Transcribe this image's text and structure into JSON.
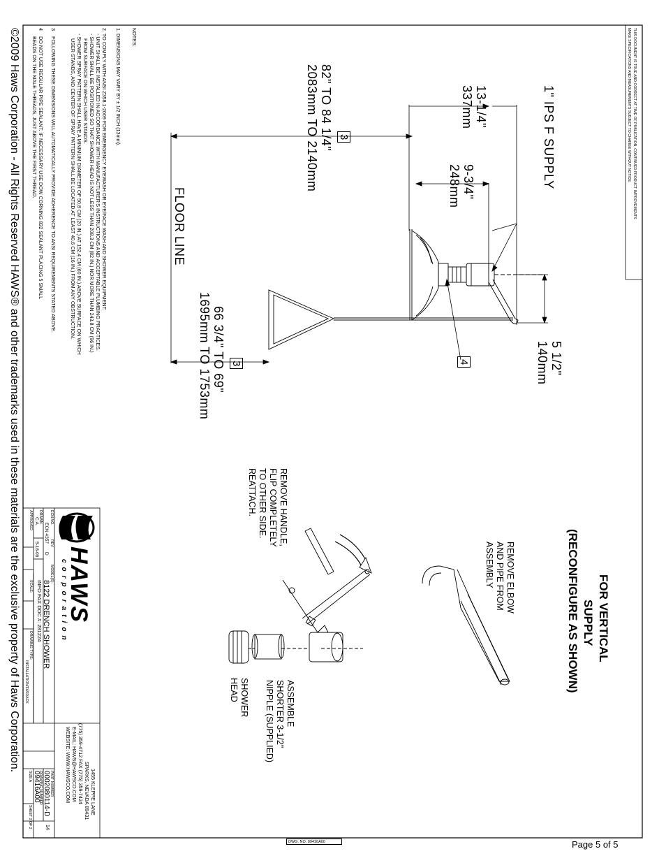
{
  "disclaimer": {
    "line1": "THIS DOCUMENT IS TRUE AND CORRECT AT TIME OF PUBLICATION. CONTINUED PRODUCT IMPROVEMENTS",
    "line2": "MAKE SPECIFICATIONS AND MEASUREMENTS SUBJECT TO CHANGE WITHOUT NOTICE."
  },
  "dimensions": {
    "supply": "1\" IPS F SUPPLY",
    "d1_in": "13-1/4\"",
    "d1_mm": "337mm",
    "d2_in": "9-3/4\"",
    "d2_mm": "248mm",
    "d3_in": "5 1/2\"",
    "d3_mm": "140mm",
    "d4_in": "82\" TO 84 1/4\"",
    "d4_mm": "2083mm TO 2140mm",
    "d5_in": "66 3/4\" TO 69\"",
    "d5_mm": "1695mm TO 1753mm",
    "floor": "FLOOR LINE",
    "ref3": "3",
    "ref4": "4"
  },
  "notes": {
    "title": "NOTES:",
    "n1": "1.  DIMENSIONS MAY VARY BY ± 1/2 INCH (13mm).",
    "n2": "2.  TO COMPLY WITH ANSI Z358.1-2009 FOR EMERGENCY EYEWASH OR EYE/FACE WASH AND SHOWER EQUIPMENT:",
    "n2a": "-  UNIT SHALL BE INSTALLED IN ACCORDANCE WITH MANUFACTURER'S INSTRUCTIONS AND ACCEPTABLE PLUMBING PRACTICES.",
    "n2b": "-  SHOWER SHALL BE POSITIONED SO THAT SHOWER HEAD IS NOT LESS THAN 208.3 CM (82 IN.) NOR MORE THAN 243.8 CM (96 IN.)",
    "n2b2": "FROM SURFACE ON WHICH USER STANDS.",
    "n2c": "-  SHOWER SPRAY PATTERN SHALL HAVE A MINIMUM DIAMETER OF 50.8 CM (20 IN.) AT 152.4 CM (60 IN.) ABOVE SURFACE ON WHICH",
    "n2c2": "USER STANDS, AND CENTER OF SPRAY PATTERN SHALL BE LOCATED AT LEAST 40.6 CM (16 IN.) FROM ANY OBSTRUCTION.",
    "n3": "FOLLOWING THESE DIMENSIONS WILL AUTOMATICALLY PROVIDE ADHERENCE TO ANSI REQUIREMENTS STATED ABOVE.",
    "n3_num": "3",
    "n4": "DO NOT USE REGULAR PIPE SEALANT.  IF NECESSARY USE DOW CORNING 832 SEALANT PLACING 5 SMALL",
    "n4b": "BEADS ON THE MALE THREADS, JUST ABOVE THE FIRST THREAD.",
    "n4_num": "4"
  },
  "reconfig": {
    "title1": "FOR VERTICAL",
    "title2": "SUPPLY",
    "title3": "(RECONFIGURE AS SHOWN)",
    "step1a": "REMOVE ELBOW",
    "step1b": "AND PIPE FROM",
    "step1c": "ASSEMBLY",
    "step2a": "REMOVE HANDLE,",
    "step2b": "FLIP COMPLETELY",
    "step2c": "TO OTHER SIDE.",
    "step2d": "REATTACH.",
    "step3a": "ASSEMBLE",
    "step3b": "SHORTER 3-1/2\"",
    "step3c": "NIPPLE (SUPPLIED)",
    "step4a": "SHOWER",
    "step4b": "HEAD"
  },
  "title_block": {
    "address1": "1455 KLEPPE LANE",
    "address2": "SPARKS, NEVADA 89431",
    "phone": "(775) 359-4712   FAX (775) 359-7424",
    "email": "E-MAIL: HAWS@HAWSCO.COM",
    "website": "WEBSITE: WWW.HAWSCO.COM",
    "models_label": "MODEL(S):",
    "model": "8122 DRENCH SHOWER",
    "fax_doc": "INFO FAX DOC #:   281224",
    "ecn": "ECN NO.",
    "ecn_val": "ECN 4357",
    "rev_label": "REV",
    "rev_val": "D",
    "drawn": "DRAWN",
    "drawn_val": "C.A.",
    "date_val": "5-18-09",
    "approved": "APPROVED",
    "scale": "SCALE:",
    "drawing_type": "DRAWING TYPE:",
    "drawing_type_val": "INSTALLATION/FASDACK",
    "part_label": "PART NUMBER",
    "part_no": "0002080114-D",
    "drawing_no_label": "DRAWING NUMBER",
    "drawing_no": "09416A00",
    "size": "SIZE A",
    "sheet": "SHEET 2 OF 2",
    "rev_no": "14",
    "logo_main": "HAWS",
    "logo_sub": "corporation"
  },
  "copyright": "©2009 Haws Corporation - All Rights Reserved    HAWS® and other trademarks used in these materials are the exclusive property of Haws Corporation.",
  "dwg_ref": "DWG. NO. 09416A00",
  "page": "Page 5 of 5"
}
